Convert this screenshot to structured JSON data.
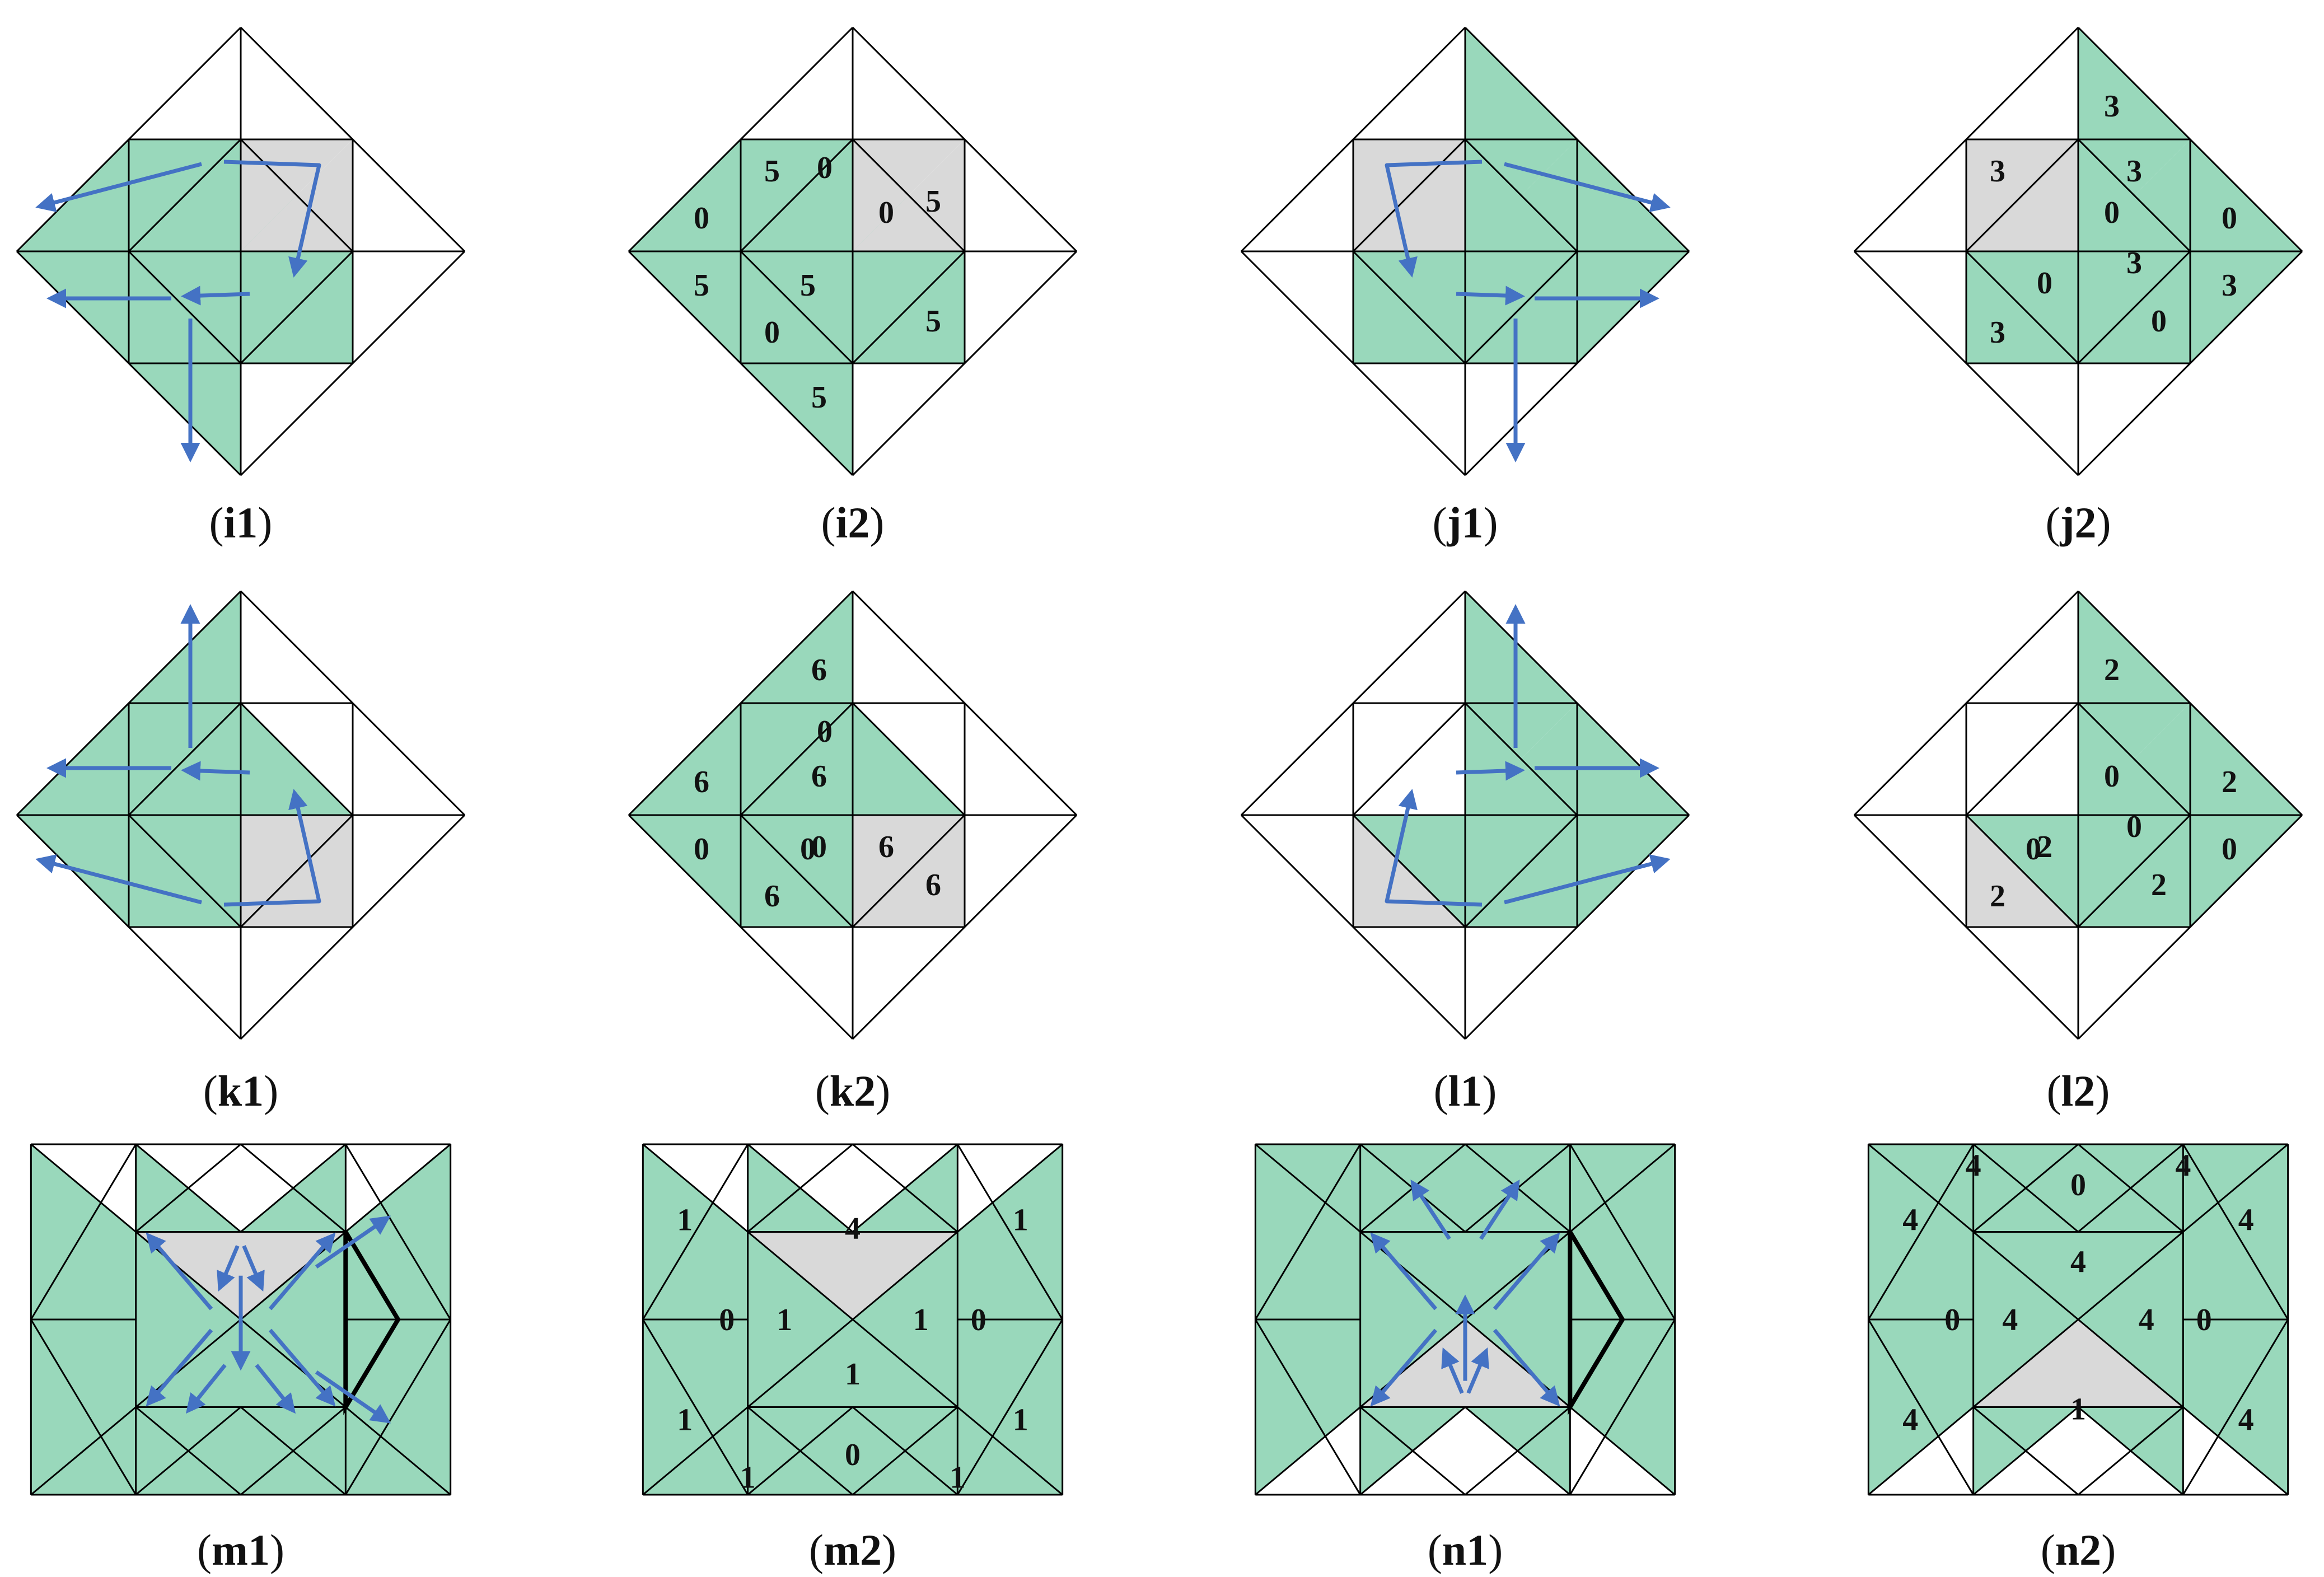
{
  "colors": {
    "green": "#99d8bb",
    "gray": "#d9d9d9",
    "line": "#000000",
    "arrow": "#4472c4",
    "white": "#ffffff"
  },
  "panels": [
    {
      "id": "i1",
      "caption": "i1",
      "layout": "diamond",
      "green": [
        "L-l",
        "L-u",
        "C-l",
        "C-u",
        "A4-r",
        "A4-b",
        "B4-l",
        "B4-t",
        "B1-t",
        "B1-r",
        "D1-b",
        "D1-r",
        "D4-l",
        "D4-t"
      ],
      "gray": [
        "A1-t",
        "A1-r"
      ],
      "labels": [],
      "arrows": [
        {
          "pts": [
            [
              -0.15,
              -0.8
            ],
            [
              0.7,
              -0.77
            ],
            [
              0.48,
              0.2
            ]
          ]
        },
        {
          "pts": [
            [
              -0.35,
              -0.78
            ],
            [
              -1.8,
              -0.4
            ]
          ]
        },
        {
          "pts": [
            [
              0.08,
              0.38
            ],
            [
              -0.5,
              0.4
            ]
          ]
        },
        {
          "pts": [
            [
              -0.62,
              0.42
            ],
            [
              -1.7,
              0.42
            ]
          ]
        },
        {
          "pts": [
            [
              -0.45,
              0.6
            ],
            [
              -0.45,
              1.85
            ]
          ]
        }
      ]
    },
    {
      "id": "i2",
      "caption": "i2",
      "layout": "diamond",
      "green": [
        "L-l",
        "L-u",
        "C-l",
        "C-u",
        "A4-r",
        "A4-b",
        "B4-l",
        "B4-t",
        "B1-t",
        "B1-r",
        "D1-b",
        "D1-r",
        "D4-l",
        "D4-t"
      ],
      "gray": [
        "A1-t",
        "A1-r"
      ],
      "labels": [
        {
          "cell": "L-u",
          "value": "0"
        },
        {
          "cell": "L-l",
          "value": "5"
        },
        {
          "cell": "B1-t",
          "value": "5"
        },
        {
          "cell": "B1-r",
          "value": "0"
        },
        {
          "cell": "A4-r",
          "value": "0"
        },
        {
          "cell": "A1-r",
          "value": "5"
        },
        {
          "cell": "D4-t",
          "value": "5"
        },
        {
          "cell": "D4-l",
          "value": "0"
        },
        {
          "cell": "D1-r",
          "value": "5"
        },
        {
          "cell": "C-l",
          "value": "5"
        }
      ],
      "arrows": []
    },
    {
      "id": "j1",
      "caption": "j1",
      "layout": "diamond",
      "green": [
        "A-u",
        "A-r",
        "R-u",
        "R-r",
        "A1-t",
        "A1-r",
        "A4-r",
        "A4-b",
        "B4-l",
        "B4-b",
        "D1-b",
        "D1-r",
        "D4-l",
        "D4-t"
      ],
      "gray": [
        "B1-t",
        "B1-l"
      ],
      "labels": [],
      "arrows": [
        {
          "pts": [
            [
              0.15,
              -0.8
            ],
            [
              -0.7,
              -0.77
            ],
            [
              -0.48,
              0.2
            ]
          ]
        },
        {
          "pts": [
            [
              0.35,
              -0.78
            ],
            [
              1.8,
              -0.4
            ]
          ]
        },
        {
          "pts": [
            [
              -0.08,
              0.38
            ],
            [
              0.5,
              0.4
            ]
          ]
        },
        {
          "pts": [
            [
              0.62,
              0.42
            ],
            [
              1.7,
              0.42
            ]
          ]
        },
        {
          "pts": [
            [
              0.45,
              0.6
            ],
            [
              0.45,
              1.85
            ]
          ]
        }
      ]
    },
    {
      "id": "j2",
      "caption": "j2",
      "layout": "diamond",
      "green": [
        "A-u",
        "A-r",
        "R-u",
        "R-r",
        "A1-t",
        "A1-r",
        "A4-r",
        "A4-b",
        "B4-l",
        "B4-b",
        "D1-b",
        "D1-r",
        "D4-l",
        "D4-t"
      ],
      "gray": [
        "B1-t",
        "B1-l"
      ],
      "labels": [
        {
          "cell": "B1-t",
          "value": "3"
        },
        {
          "cell": "B4-b",
          "value": "0"
        },
        {
          "cell": "A4-r",
          "value": "0"
        },
        {
          "cell": "A1-t",
          "value": "3"
        },
        {
          "cell": "R-u",
          "value": "0"
        },
        {
          "cell": "D4-l",
          "value": "3"
        },
        {
          "cell": "D1-b",
          "value": "3"
        },
        {
          "cell": "D1-r",
          "value": "0"
        },
        {
          "cell": "R-r",
          "value": "3"
        },
        {
          "cell": "A-r",
          "value": "3"
        }
      ],
      "arrows": []
    },
    {
      "id": "k1",
      "caption": "k1",
      "layout": "diamond",
      "green": [
        "B-l",
        "B-u",
        "L-l",
        "L-u",
        "B1-t",
        "B1-r",
        "A4-r",
        "A4-b",
        "B4-l",
        "B4-t",
        "D1-b",
        "D1-r",
        "D4-t",
        "D4-l"
      ],
      "gray": [
        "D1-b",
        "D1-r"
      ],
      "labels": [],
      "arrows": [
        {
          "pts": [
            [
              -0.15,
              0.8
            ],
            [
              0.7,
              0.77
            ],
            [
              0.48,
              -0.2
            ]
          ]
        },
        {
          "pts": [
            [
              -0.35,
              0.78
            ],
            [
              -1.8,
              0.4
            ]
          ]
        },
        {
          "pts": [
            [
              0.08,
              -0.38
            ],
            [
              -0.5,
              -0.4
            ]
          ]
        },
        {
          "pts": [
            [
              -0.62,
              -0.42
            ],
            [
              -1.7,
              -0.42
            ]
          ]
        },
        {
          "pts": [
            [
              -0.45,
              -0.6
            ],
            [
              -0.45,
              -1.85
            ]
          ]
        }
      ]
    },
    {
      "id": "k2",
      "caption": "k2",
      "layout": "diamond",
      "green": [
        "B-l",
        "B-u",
        "L-l",
        "L-u",
        "B1-t",
        "B1-r",
        "A4-r",
        "A4-b",
        "B4-l",
        "B4-t",
        "D4-t",
        "D4-l"
      ],
      "gray": [
        "D1-b",
        "D1-r"
      ],
      "labels": [
        {
          "cell": "B-u",
          "value": "6"
        },
        {
          "cell": "B1-r",
          "value": "0"
        },
        {
          "cell": "A4-b",
          "value": "6"
        },
        {
          "cell": "B4-t",
          "value": "6"
        },
        {
          "cell": "L-u",
          "value": "6"
        },
        {
          "cell": "L-l",
          "value": "0"
        },
        {
          "cell": "D4-t",
          "value": "0"
        },
        {
          "cell": "D4-l",
          "value": "6"
        },
        {
          "cell": "B4-l",
          "value": "0"
        },
        {
          "cell": "D1-r",
          "value": "6"
        }
      ],
      "arrows": []
    },
    {
      "id": "l1",
      "caption": "l1",
      "layout": "diamond",
      "green": [
        "A-u",
        "A-r",
        "R-r",
        "R-u",
        "A1-t",
        "A1-r",
        "A4-r",
        "A4-b",
        "B4-b",
        "B4-l",
        "D1-b",
        "D1-r",
        "D4-t",
        "D4-l"
      ],
      "gray": [
        "D4-l",
        "D4-b"
      ],
      "labels": [],
      "arrows": [
        {
          "pts": [
            [
              0.15,
              0.8
            ],
            [
              -0.7,
              0.77
            ],
            [
              -0.48,
              -0.2
            ]
          ]
        },
        {
          "pts": [
            [
              0.35,
              0.78
            ],
            [
              1.8,
              0.4
            ]
          ]
        },
        {
          "pts": [
            [
              -0.08,
              -0.38
            ],
            [
              0.5,
              -0.4
            ]
          ]
        },
        {
          "pts": [
            [
              0.62,
              -0.42
            ],
            [
              1.7,
              -0.42
            ]
          ]
        },
        {
          "pts": [
            [
              0.45,
              -0.6
            ],
            [
              0.45,
              -1.85
            ]
          ]
        }
      ]
    },
    {
      "id": "l2",
      "caption": "l2",
      "layout": "diamond",
      "green": [
        "A-u",
        "A-r",
        "R-r",
        "R-u",
        "A1-t",
        "A1-r",
        "A4-r",
        "A4-b",
        "B4-b",
        "B4-l",
        "D1-b",
        "D1-r",
        "D4-t"
      ],
      "gray": [
        "D4-l",
        "D4-b"
      ],
      "labels": [
        {
          "cell": "A-u",
          "value": "2"
        },
        {
          "cell": "B4-l",
          "value": "2"
        },
        {
          "cell": "B4-b",
          "value": "2"
        },
        {
          "cell": "A4-r",
          "value": "0"
        },
        {
          "cell": "R-u",
          "value": "2"
        },
        {
          "cell": "R-r",
          "value": "0"
        },
        {
          "cell": "D4-t",
          "value": "0"
        },
        {
          "cell": "D4-b",
          "value": "2"
        },
        {
          "cell": "D1-b",
          "value": "0"
        },
        {
          "cell": "D1-r",
          "value": "2"
        }
      ],
      "arrows": []
    },
    {
      "id": "m1",
      "caption": "m1",
      "layout": "rect",
      "variant": "top",
      "white": [
        "TL",
        "TR"
      ],
      "gray": [
        "topTri"
      ],
      "labels": [],
      "bold": [
        [
          1.0,
          -0.5
        ],
        [
          1.5,
          0.0
        ],
        [
          1.0,
          0.5
        ]
      ],
      "boldClose": true,
      "arrows": [
        {
          "pts": [
            [
              -0.28,
              -0.06
            ],
            [
              -0.88,
              -0.48
            ]
          ]
        },
        {
          "pts": [
            [
              0.28,
              -0.06
            ],
            [
              0.88,
              -0.48
            ]
          ]
        },
        {
          "pts": [
            [
              -0.28,
              0.06
            ],
            [
              -0.88,
              0.48
            ]
          ]
        },
        {
          "pts": [
            [
              0.28,
              0.06
            ],
            [
              0.88,
              0.48
            ]
          ]
        },
        {
          "pts": [
            [
              -0.03,
              -0.42
            ],
            [
              -0.2,
              -0.18
            ]
          ]
        },
        {
          "pts": [
            [
              0.03,
              -0.42
            ],
            [
              0.2,
              -0.18
            ]
          ]
        },
        {
          "pts": [
            [
              0.0,
              -0.25
            ],
            [
              0.0,
              0.27
            ]
          ]
        },
        {
          "pts": [
            [
              -0.15,
              0.26
            ],
            [
              -0.5,
              0.52
            ]
          ]
        },
        {
          "pts": [
            [
              0.15,
              0.26
            ],
            [
              0.5,
              0.52
            ]
          ]
        },
        {
          "pts": [
            [
              0.72,
              -0.3
            ],
            [
              1.4,
              -0.58
            ]
          ]
        },
        {
          "pts": [
            [
              0.72,
              0.3
            ],
            [
              1.4,
              0.58
            ]
          ]
        }
      ]
    },
    {
      "id": "m2",
      "caption": "m2",
      "layout": "rect",
      "variant": "top",
      "white": [
        "TL",
        "TR"
      ],
      "gray": [
        "topTri"
      ],
      "labels": [
        {
          "pos": [
            0,
            -0.52
          ],
          "value": "4"
        },
        {
          "pos": [
            -1.6,
            -0.57
          ],
          "value": "1"
        },
        {
          "pos": [
            1.6,
            -0.57
          ],
          "value": "1"
        },
        {
          "pos": [
            -1.2,
            0.0
          ],
          "value": "0"
        },
        {
          "pos": [
            1.2,
            0.0
          ],
          "value": "0"
        },
        {
          "pos": [
            -0.65,
            0.0
          ],
          "value": "1"
        },
        {
          "pos": [
            0.65,
            0.0
          ],
          "value": "1"
        },
        {
          "pos": [
            0,
            0.31
          ],
          "value": "1"
        },
        {
          "pos": [
            -1.6,
            0.57
          ],
          "value": "1"
        },
        {
          "pos": [
            1.6,
            0.57
          ],
          "value": "1"
        },
        {
          "pos": [
            0,
            0.77
          ],
          "value": "0"
        },
        {
          "pos": [
            -1.0,
            0.9
          ],
          "value": "1"
        },
        {
          "pos": [
            1.0,
            0.9
          ],
          "value": "1"
        }
      ],
      "arrows": []
    },
    {
      "id": "n1",
      "caption": "n1",
      "layout": "rect",
      "variant": "bottom",
      "white": [
        "BL",
        "BR"
      ],
      "gray": [
        "botTri"
      ],
      "labels": [],
      "bold": [
        [
          1.0,
          -0.5
        ],
        [
          1.5,
          0.0
        ],
        [
          1.0,
          0.5
        ]
      ],
      "boldClose": true,
      "arrows": [
        {
          "pts": [
            [
              -0.28,
              0.06
            ],
            [
              -0.88,
              0.48
            ]
          ]
        },
        {
          "pts": [
            [
              0.28,
              0.06
            ],
            [
              0.88,
              0.48
            ]
          ]
        },
        {
          "pts": [
            [
              -0.28,
              -0.06
            ],
            [
              -0.88,
              -0.48
            ]
          ]
        },
        {
          "pts": [
            [
              0.28,
              -0.06
            ],
            [
              0.88,
              -0.48
            ]
          ]
        },
        {
          "pts": [
            [
              -0.03,
              0.42
            ],
            [
              -0.2,
              0.18
            ]
          ]
        },
        {
          "pts": [
            [
              0.03,
              0.42
            ],
            [
              0.2,
              0.18
            ]
          ]
        },
        {
          "pts": [
            [
              0.0,
              0.35
            ],
            [
              0.0,
              -0.12
            ]
          ]
        },
        {
          "pts": [
            [
              -0.15,
              -0.46
            ],
            [
              -0.5,
              -0.78
            ]
          ]
        },
        {
          "pts": [
            [
              0.15,
              -0.46
            ],
            [
              0.5,
              -0.78
            ]
          ]
        }
      ]
    },
    {
      "id": "n2",
      "caption": "n2",
      "layout": "rect",
      "variant": "bottom",
      "white": [
        "BL",
        "BR"
      ],
      "gray": [
        "botTri"
      ],
      "labels": [
        {
          "pos": [
            -1.0,
            -0.88
          ],
          "value": "4"
        },
        {
          "pos": [
            1.0,
            -0.88
          ],
          "value": "4"
        },
        {
          "pos": [
            0,
            -0.77
          ],
          "value": "0"
        },
        {
          "pos": [
            -1.6,
            -0.57
          ],
          "value": "4"
        },
        {
          "pos": [
            1.6,
            -0.57
          ],
          "value": "4"
        },
        {
          "pos": [
            0,
            -0.33
          ],
          "value": "4"
        },
        {
          "pos": [
            -1.2,
            0.0
          ],
          "value": "0"
        },
        {
          "pos": [
            1.2,
            0.0
          ],
          "value": "0"
        },
        {
          "pos": [
            -0.65,
            0.0
          ],
          "value": "4"
        },
        {
          "pos": [
            0.65,
            0.0
          ],
          "value": "4"
        },
        {
          "pos": [
            0,
            0.51
          ],
          "value": "1"
        },
        {
          "pos": [
            -1.6,
            0.57
          ],
          "value": "4"
        },
        {
          "pos": [
            1.6,
            0.57
          ],
          "value": "4"
        }
      ],
      "arrows": []
    }
  ]
}
